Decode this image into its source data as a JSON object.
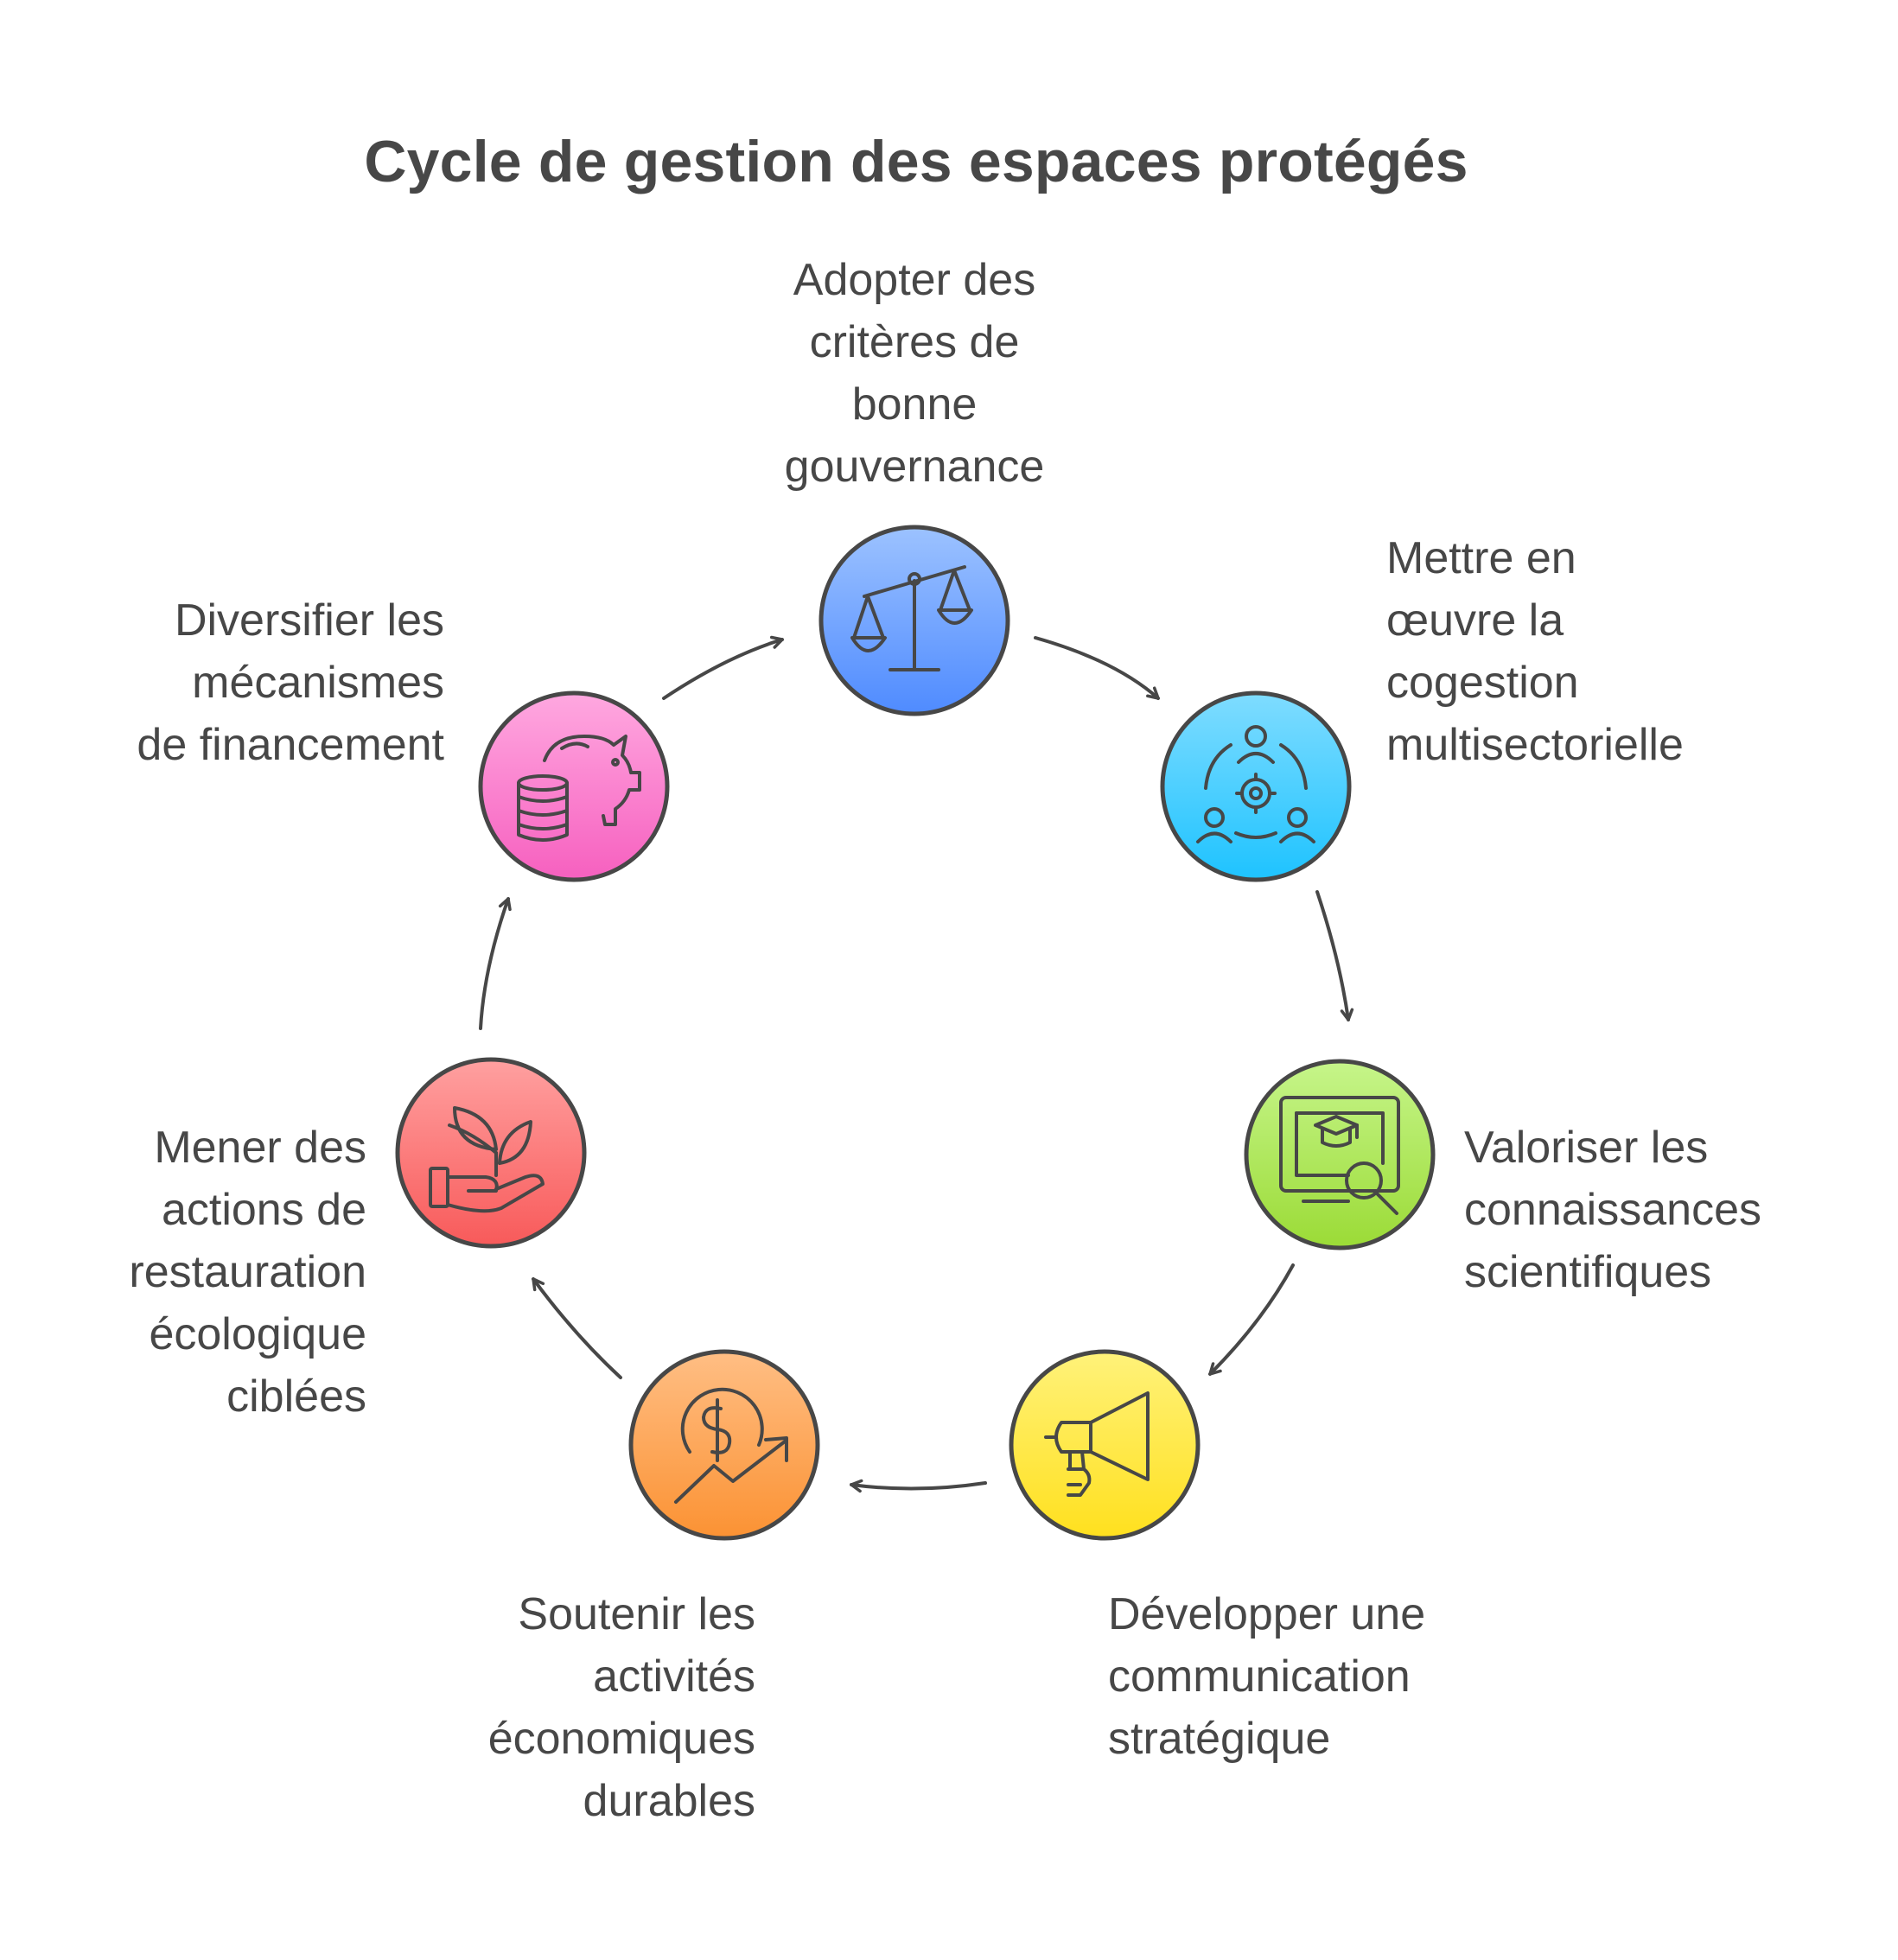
{
  "title": "Cycle de gestion des espaces protégés",
  "stages": [
    {
      "icon": "scales-icon",
      "lines": [
        "Adopter des",
        "critères de",
        "bonne",
        "gouvernance"
      ],
      "colors": [
        "#9cc2ff",
        "#4f8bff"
      ]
    },
    {
      "icon": "people-gear-icon",
      "lines": [
        "Mettre en",
        "œuvre la",
        "cogestion",
        "multisectorielle"
      ],
      "colors": [
        "#7fdcff",
        "#1ec3ff"
      ]
    },
    {
      "icon": "research-monitor-icon",
      "lines": [
        "Valoriser les",
        "connaissances",
        "scientifiques"
      ],
      "colors": [
        "#c6f58a",
        "#9bdb36"
      ]
    },
    {
      "icon": "megaphone-icon",
      "lines": [
        "Développer une",
        "communication",
        "stratégique"
      ],
      "colors": [
        "#fff27a",
        "#ffe01e"
      ]
    },
    {
      "icon": "money-growth-icon",
      "lines": [
        "Soutenir les",
        "activités",
        "économiques",
        "durables"
      ],
      "colors": [
        "#ffbe84",
        "#fb9233"
      ]
    },
    {
      "icon": "plant-hand-icon",
      "lines": [
        "Mener des",
        "actions de",
        "restauration",
        "écologique",
        "ciblées"
      ],
      "colors": [
        "#ffa0a0",
        "#f85a5a"
      ]
    },
    {
      "icon": "piggy-bank-icon",
      "lines": [
        "Diversifier les",
        "mécanismes",
        "de financement"
      ],
      "colors": [
        "#ffa8e0",
        "#f660bf"
      ]
    }
  ]
}
